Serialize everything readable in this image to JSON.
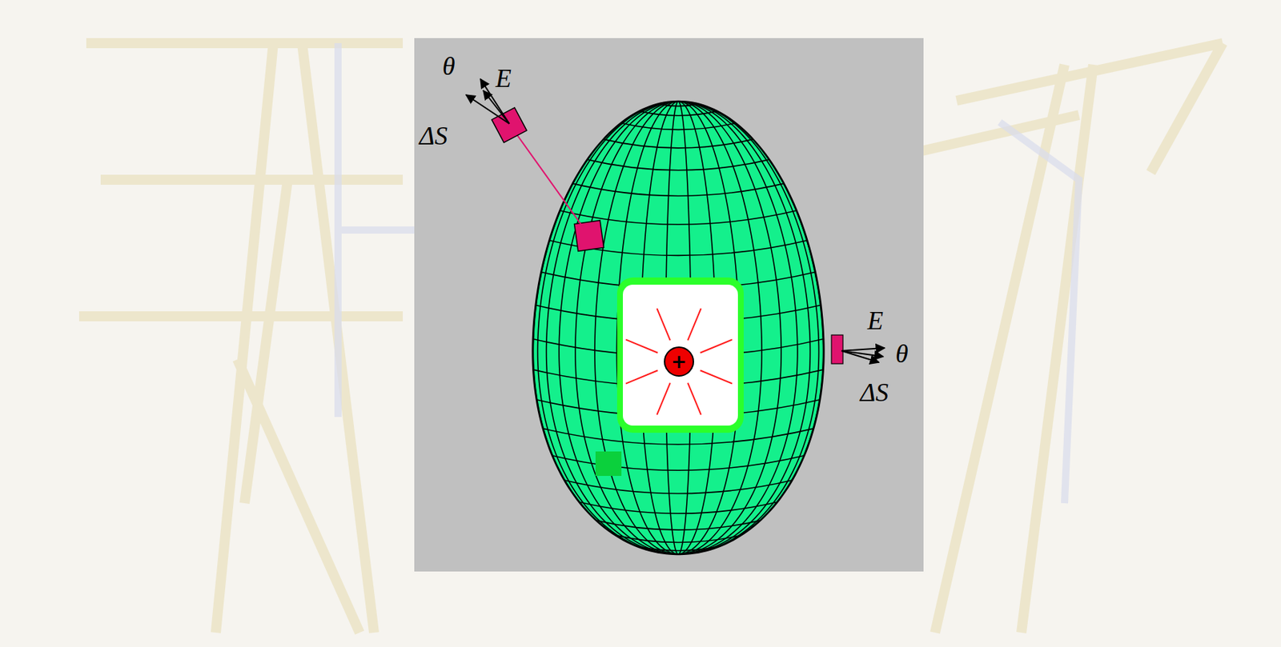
{
  "diagram": {
    "labels": [
      "θ",
      "E",
      "ΔS",
      "E",
      "θ",
      "ΔS",
      "+"
    ]
  }
}
